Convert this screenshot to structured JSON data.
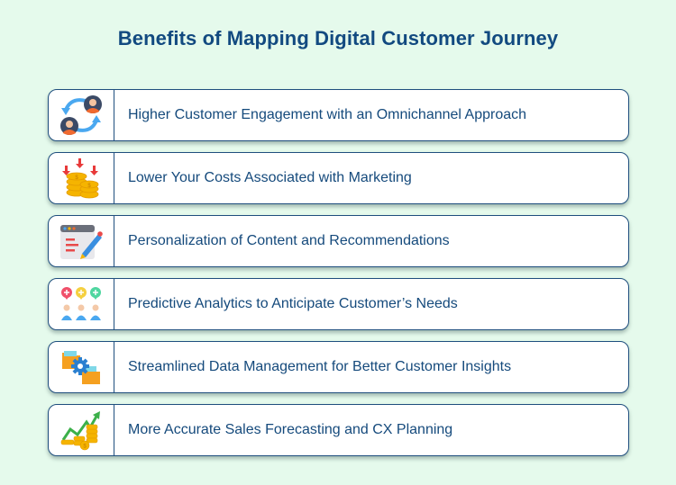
{
  "title": "Benefits of Mapping Digital Customer Journey",
  "colors": {
    "background": "#e5faec",
    "title": "#124a80",
    "card_border": "#1f4f7e",
    "text": "#154a7c"
  },
  "benefits": [
    {
      "label": "Higher Customer Engagement with an Omnichannel Approach",
      "icon": "customer-exchange-icon"
    },
    {
      "label": "Lower Your Costs Associated with Marketing",
      "icon": "coins-down-icon"
    },
    {
      "label": "Personalization of Content and Recommendations",
      "icon": "edit-content-icon"
    },
    {
      "label": "Predictive Analytics to Anticipate Customer’s Needs",
      "icon": "customer-insights-icon"
    },
    {
      "label": "Streamlined Data Management for Better Customer Insights",
      "icon": "data-management-icon"
    },
    {
      "label": "More Accurate Sales Forecasting and CX Planning",
      "icon": "sales-growth-icon"
    }
  ]
}
